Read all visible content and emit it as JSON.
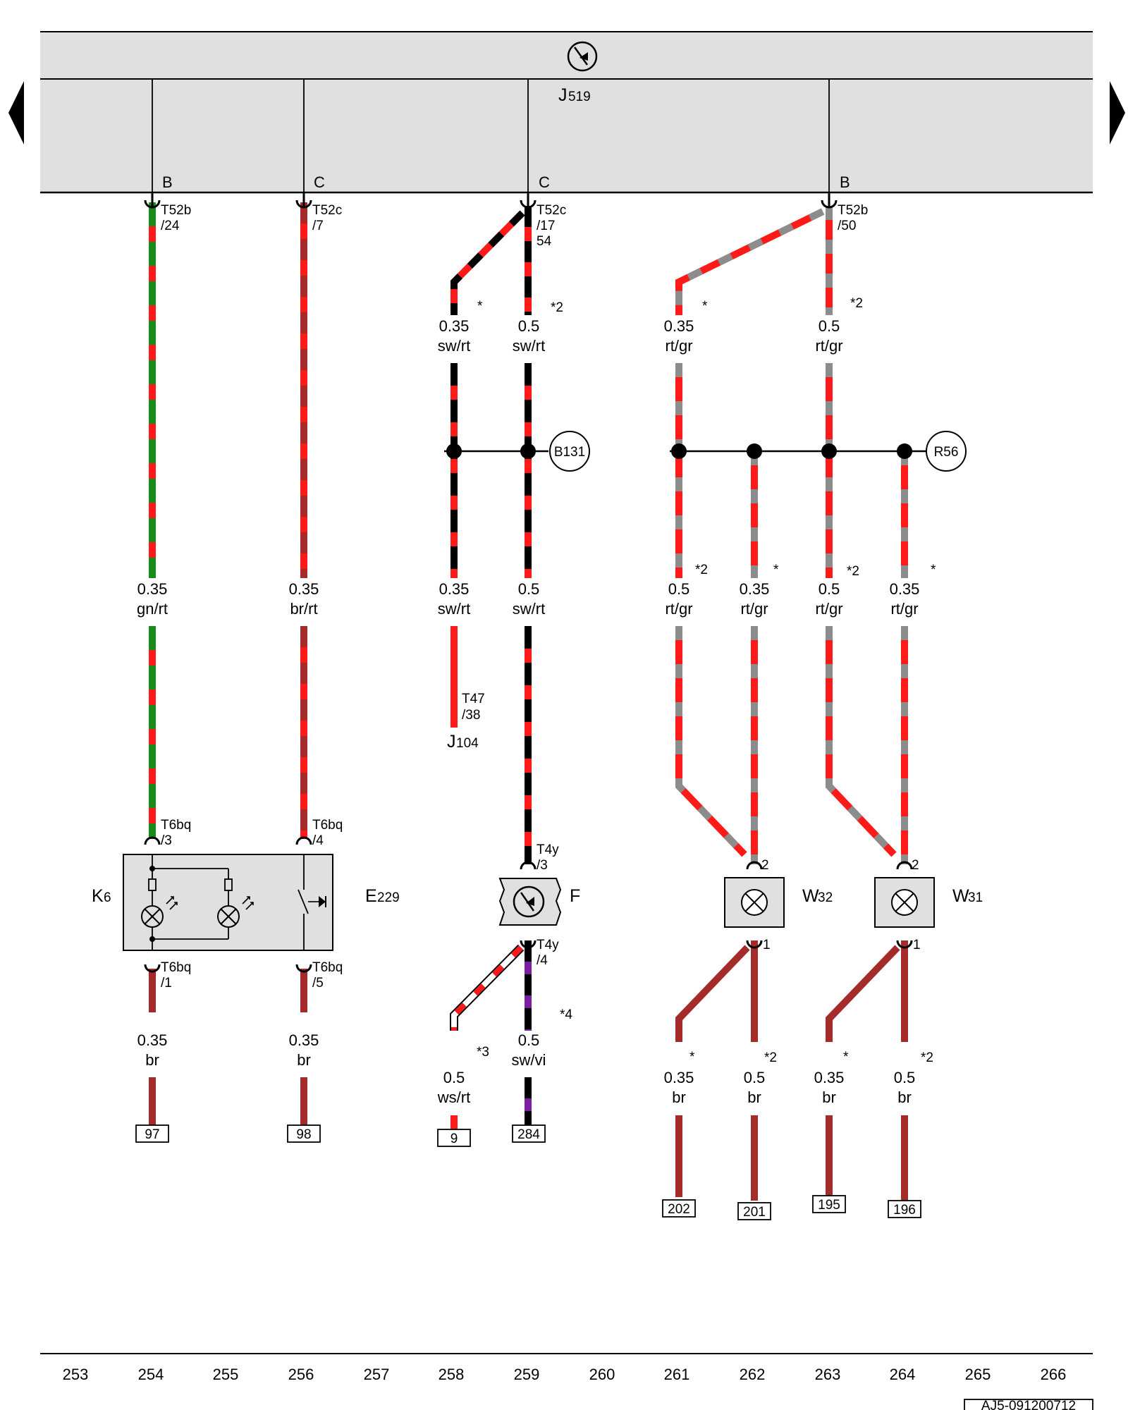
{
  "module": {
    "name": "J",
    "sub": "519",
    "ground_icon": "ground-symbol-icon",
    "pins": {
      "b1": "B",
      "c1": "C",
      "c2": "C",
      "b2": "B"
    }
  },
  "nav": {
    "prev_icon": "triangle-left-icon",
    "next_icon": "triangle-right-icon"
  },
  "connectors": {
    "t52b24": {
      "name": "T52b",
      "pin": "/24"
    },
    "t52c7": {
      "name": "T52c",
      "pin": "/7"
    },
    "t52c17": {
      "name": "T52c",
      "pin": "/17",
      "pin2": "54"
    },
    "t52b50": {
      "name": "T52b",
      "pin": "/50"
    },
    "t6bq3": {
      "name": "T6bq",
      "pin": "/3"
    },
    "t6bq4": {
      "name": "T6bq",
      "pin": "/4"
    },
    "t6bq1": {
      "name": "T6bq",
      "pin": "/1"
    },
    "t6bq5": {
      "name": "T6bq",
      "pin": "/5"
    },
    "t4y3": {
      "name": "T4y",
      "pin": "/3"
    },
    "t4y4": {
      "name": "T4y",
      "pin": "/4"
    },
    "t47": {
      "name": "T47",
      "pin": "/38"
    }
  },
  "wires": {
    "w1": {
      "size": "0.35",
      "color": "sw/rt",
      "note": "*"
    },
    "w2": {
      "size": "0.5",
      "color": "sw/rt",
      "note": "*2"
    },
    "w3": {
      "size": "0.35",
      "color": "rt/gr",
      "note": "*"
    },
    "w4": {
      "size": "0.5",
      "color": "rt/gr",
      "note": "*2"
    },
    "w5": {
      "size": "0.35",
      "color": "gn/rt"
    },
    "w6": {
      "size": "0.35",
      "color": "br/rt"
    },
    "w7": {
      "size": "0.35",
      "color": "sw/rt"
    },
    "w8": {
      "size": "0.5",
      "color": "sw/rt"
    },
    "w9": {
      "size": "0.5",
      "color": "rt/gr",
      "note": "*2"
    },
    "w10": {
      "size": "0.35",
      "color": "rt/gr",
      "note": "*"
    },
    "w11": {
      "size": "0.5",
      "color": "rt/gr",
      "note": "*2"
    },
    "w12": {
      "size": "0.35",
      "color": "rt/gr",
      "note": "*"
    },
    "w13": {
      "size": "0.35",
      "color": "br"
    },
    "w14": {
      "size": "0.35",
      "color": "br"
    },
    "w15": {
      "size": "0.5",
      "color": "ws/rt",
      "note": "*3"
    },
    "w16": {
      "size": "0.5",
      "color": "sw/vi",
      "note": "*4"
    },
    "w17": {
      "size": "0.35",
      "color": "br",
      "note": "*"
    },
    "w18": {
      "size": "0.5",
      "color": "br",
      "note": "*2"
    },
    "w19": {
      "size": "0.35",
      "color": "br",
      "note": "*"
    },
    "w20": {
      "size": "0.5",
      "color": "br",
      "note": "*2"
    }
  },
  "splices": {
    "b131": "B131",
    "r56": "R56"
  },
  "components": {
    "k6": {
      "name": "K",
      "sub": "6"
    },
    "e229": {
      "name": "E",
      "sub": "229"
    },
    "f": {
      "name": "F"
    },
    "w32": {
      "name": "W",
      "sub": "32",
      "pin_in": "2",
      "pin_out": "1"
    },
    "w31": {
      "name": "W",
      "sub": "31",
      "pin_in": "2",
      "pin_out": "1"
    },
    "j104": {
      "name": "J",
      "sub": "104"
    }
  },
  "refs": {
    "r97": "97",
    "r98": "98",
    "r9": "9",
    "r284": "284",
    "r202": "202",
    "r201": "201",
    "r195": "195",
    "r196": "196"
  },
  "columns": [
    "253",
    "254",
    "255",
    "256",
    "257",
    "258",
    "259",
    "260",
    "261",
    "262",
    "263",
    "264",
    "265",
    "266"
  ],
  "drawing_id": "AJ5-091200712",
  "wire_colors": {
    "rt": "#ff1a1a",
    "gn": "#1a8c1a",
    "br": "#a52a2a",
    "sw": "#000000",
    "gr": "#8c8c8c",
    "vi": "#7a1fa2",
    "ws": "#ffffff",
    "module_fill": "#e0e0e0"
  }
}
